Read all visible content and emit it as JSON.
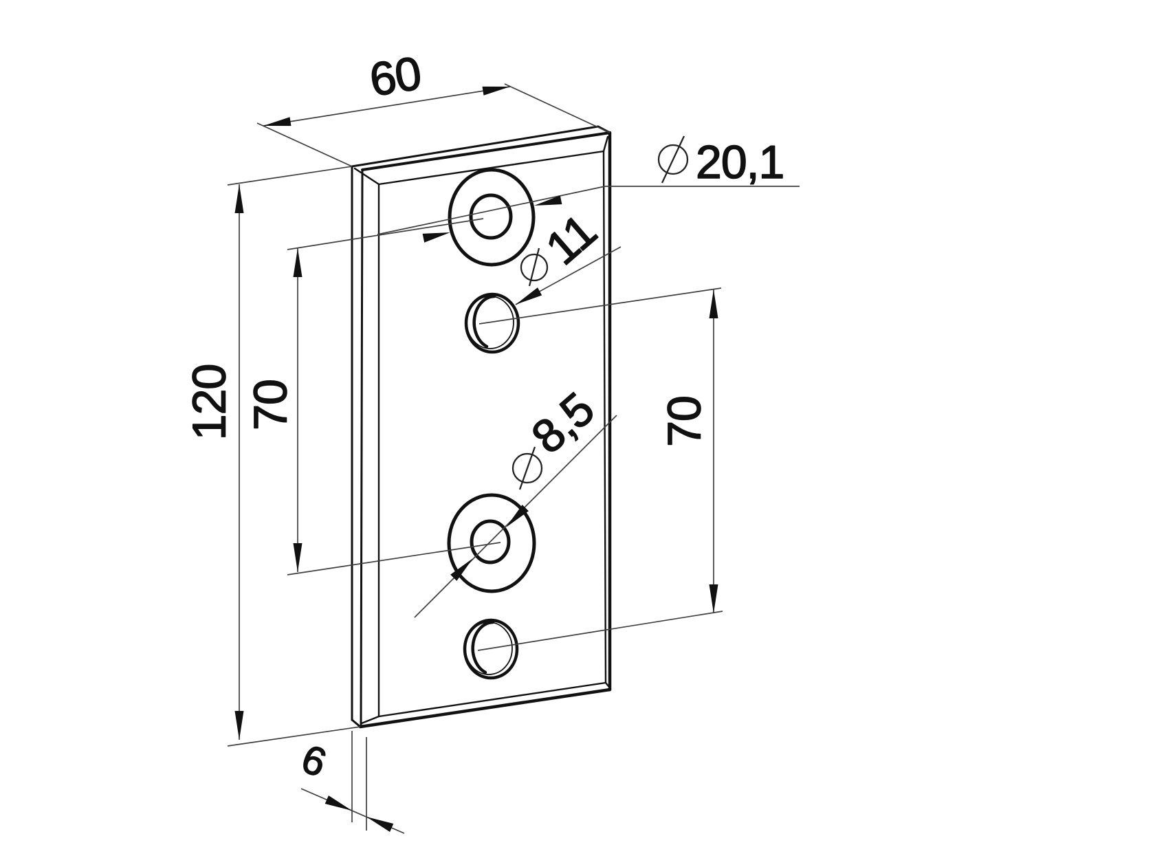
{
  "dimensions": {
    "width": "60",
    "height": "120",
    "hole_spacing_left": "70",
    "hole_spacing_right": "70",
    "thickness": "6"
  },
  "diameters": {
    "counterbore": "20,1",
    "through_hole": "11",
    "inner_bore": "8,5"
  },
  "colors": {
    "ink": "#111111",
    "thin_line": "#3f3f3f",
    "background": "#ffffff"
  }
}
